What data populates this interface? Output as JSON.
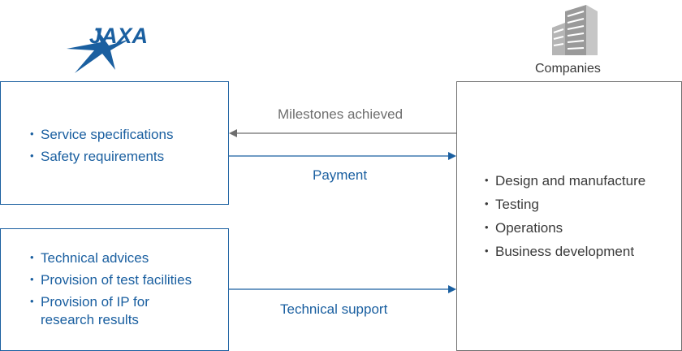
{
  "logo": {
    "wordmark": "JAXA",
    "icon": "jaxa-logo"
  },
  "companies": {
    "label": "Companies",
    "icon": "building-icon",
    "items": [
      "Design and manufacture",
      "Testing",
      "Operations",
      "Business development"
    ]
  },
  "jaxa_box_top": {
    "items": [
      "Service specifications",
      "Safety requirements"
    ]
  },
  "jaxa_box_bottom": {
    "items": [
      "Technical advices",
      "Provision of test facilities",
      "Provision of IP for research results"
    ]
  },
  "arrows": {
    "milestones": "Milestones achieved",
    "payment": "Payment",
    "technical_support": "Technical support"
  },
  "colors": {
    "blue": "#1a5fa0",
    "gray": "#6e6e6e"
  }
}
